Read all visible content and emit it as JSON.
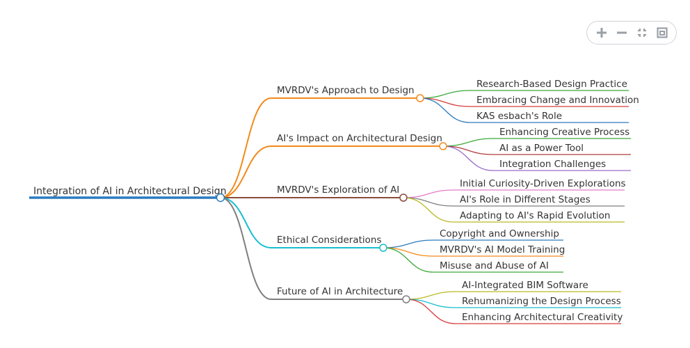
{
  "toolbar": {
    "buttons": [
      {
        "name": "zoom-in",
        "icon": "plus-icon"
      },
      {
        "name": "zoom-out",
        "icon": "minus-icon"
      },
      {
        "name": "fit-view",
        "icon": "collapse-icon"
      },
      {
        "name": "reset-view",
        "icon": "frame-icon"
      }
    ],
    "icon_color": "#9aa0a6"
  },
  "mindmap": {
    "root": {
      "label": "Integration of AI in Architectural Design",
      "color": "#2b7bbf"
    },
    "branches": [
      {
        "label": "MVRDV's Approach to Design",
        "color": "#f28a1c",
        "children": [
          {
            "label": "Research-Based Design Practice",
            "color": "#3aa83a"
          },
          {
            "label": "Embracing Change and Innovation",
            "color": "#d63b3b"
          },
          {
            "label": "KAS esbach's Role",
            "color": "#2b7bbf"
          }
        ]
      },
      {
        "label": "AI's Impact on Architectural Design",
        "color": "#f28a1c",
        "children": [
          {
            "label": "Enhancing Creative Process",
            "color": "#3aa83a"
          },
          {
            "label": "AI as a Power Tool",
            "color": "#b03a3a"
          },
          {
            "label": "Integration Challenges",
            "color": "#9b6cc8"
          }
        ]
      },
      {
        "label": "MVRDV's Exploration of AI",
        "color": "#8b4a3a",
        "children": [
          {
            "label": "Initial Curiosity-Driven Explorations",
            "color": "#e67ac8"
          },
          {
            "label": "AI's Role in Different Stages",
            "color": "#7f7f7f"
          },
          {
            "label": "Adapting to AI's Rapid Evolution",
            "color": "#b9b923"
          }
        ]
      },
      {
        "label": "Ethical Considerations",
        "color": "#17becf",
        "children": [
          {
            "label": "Copyright and Ownership",
            "color": "#2b7bbf"
          },
          {
            "label": "MVRDV's AI Model Training",
            "color": "#f28a1c"
          },
          {
            "label": "Misuse and Abuse of AI",
            "color": "#3aa83a"
          }
        ]
      },
      {
        "label": "Future of AI in Architecture",
        "color": "#7f7f7f",
        "children": [
          {
            "label": "AI-Integrated BIM Software",
            "color": "#b9b923"
          },
          {
            "label": "Rehumanizing the Design Process",
            "color": "#17becf"
          },
          {
            "label": "Enhancing Architectural Creativity",
            "color": "#d63b3b"
          }
        ]
      }
    ]
  }
}
